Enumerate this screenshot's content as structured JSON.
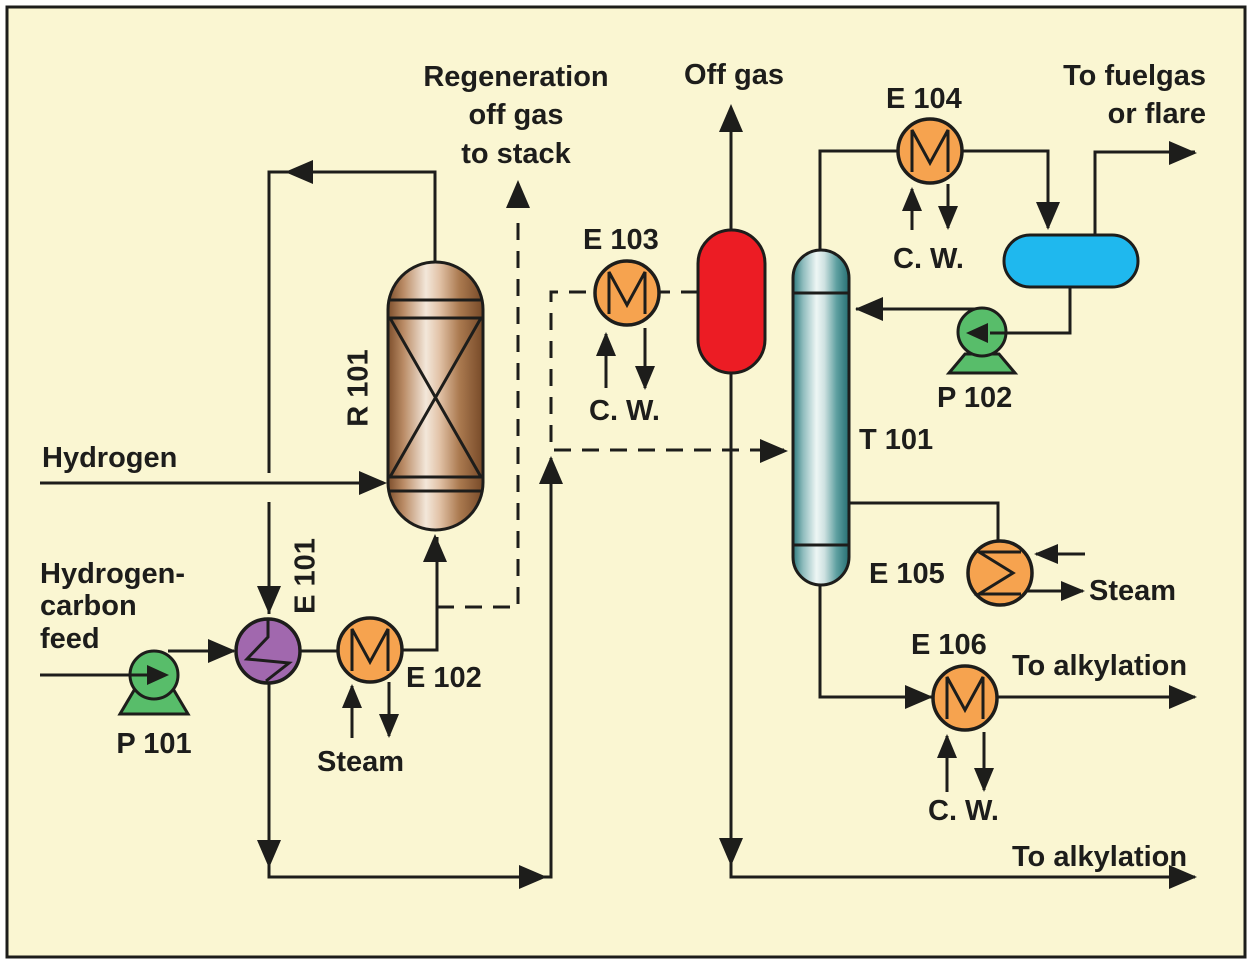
{
  "figure_type": "process-flow-diagram",
  "colors": {
    "background": "#faf6d2",
    "line": "#1d1d1b",
    "exchanger_orange": "#f6a34f",
    "pump_green": "#58bd6a",
    "exchanger_purple": "#a168ae",
    "separator_red": "#ec1c24",
    "drum_cyan": "#1fb8ee",
    "reactor_brown": "#8a5c39",
    "column_teal": "#2c7a7d"
  },
  "streams": {
    "hydrogen": "Hydrogen",
    "hydrocarbon_feed": "Hydrogen-\ncarbon\nfeed",
    "regeneration": "Regeneration\noff gas\nto stack",
    "off_gas": "Off gas",
    "fuelgas": "To fuelgas\nor flare",
    "steam_e102": "Steam",
    "steam_e105": "Steam",
    "cw_e103": "C. W.",
    "cw_e104": "C. W.",
    "cw_e106": "C. W.",
    "to_alkylation_mid": "To alkylation",
    "to_alkylation_bottom": "To alkylation"
  },
  "equipment": {
    "p101": {
      "tag": "P 101",
      "type": "feed pump"
    },
    "p102": {
      "tag": "P 102",
      "type": "reflux pump"
    },
    "e101": {
      "tag": "E 101",
      "type": "feed-effluent exchanger"
    },
    "e102": {
      "tag": "E 102",
      "type": "steam heater"
    },
    "e103": {
      "tag": "E 103",
      "type": "cooling-water cooler"
    },
    "e104": {
      "tag": "E 104",
      "type": "overhead condenser"
    },
    "e105": {
      "tag": "E 105",
      "type": "steam reboiler"
    },
    "e106": {
      "tag": "E 106",
      "type": "product cooler"
    },
    "r101": {
      "tag": "R 101",
      "type": "reactor"
    },
    "t101": {
      "tag": "T 101",
      "type": "column"
    }
  }
}
